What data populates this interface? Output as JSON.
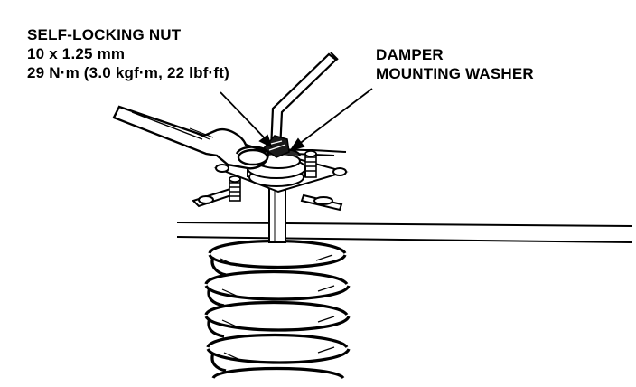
{
  "labels": {
    "nut": {
      "name": "SELF-LOCKING NUT",
      "size": "10 x 1.25 mm",
      "torque": "29 N·m (3.0 kgf·m, 22 lbf·ft)"
    },
    "washer": {
      "line1": "DAMPER",
      "line2": "MOUNTING WASHER"
    }
  },
  "colors": {
    "ink": "#000000",
    "paper": "#ffffff"
  }
}
